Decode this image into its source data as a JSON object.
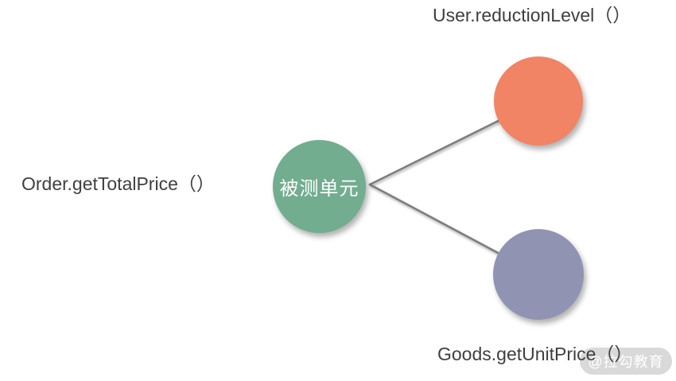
{
  "diagram": {
    "center_node": {
      "label": "被测单元",
      "color": "#72ad90",
      "external_label": "Order.getTotalPrice（）"
    },
    "top_node": {
      "color": "#f08464",
      "external_label": "User.reductionLevel（）"
    },
    "bottom_node": {
      "color": "#9094b2",
      "external_label": "Goods.getUnitPrice（）"
    },
    "connector_color": "#7d7d7d",
    "label_color": "#3f3f3f"
  },
  "watermark": {
    "label": "@拉勾教育",
    "bg_color": "#d9d9d9",
    "text_color": "#ffffff"
  }
}
